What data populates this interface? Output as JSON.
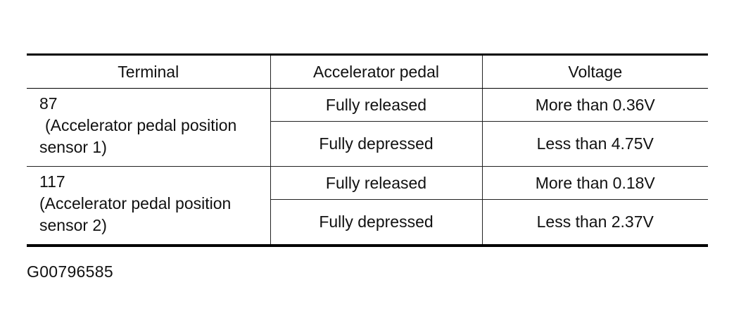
{
  "table": {
    "headers": {
      "terminal": "Terminal",
      "pedal": "Accelerator pedal",
      "voltage": "Voltage"
    },
    "rows": [
      {
        "terminal_number": "87",
        "terminal_desc_1": "(Accelerator pedal position",
        "terminal_desc_2": "sensor 1)",
        "states": [
          {
            "pedal": "Fully released",
            "voltage": "More than 0.36V"
          },
          {
            "pedal": "Fully depressed",
            "voltage": "Less than 4.75V"
          }
        ]
      },
      {
        "terminal_number": "117",
        "terminal_desc_1": "(Accelerator pedal position",
        "terminal_desc_2": "sensor 2)",
        "states": [
          {
            "pedal": "Fully released",
            "voltage": "More than 0.18V"
          },
          {
            "pedal": "Fully depressed",
            "voltage": "Less than 2.37V"
          }
        ]
      }
    ]
  },
  "figure_id": "G00796585"
}
